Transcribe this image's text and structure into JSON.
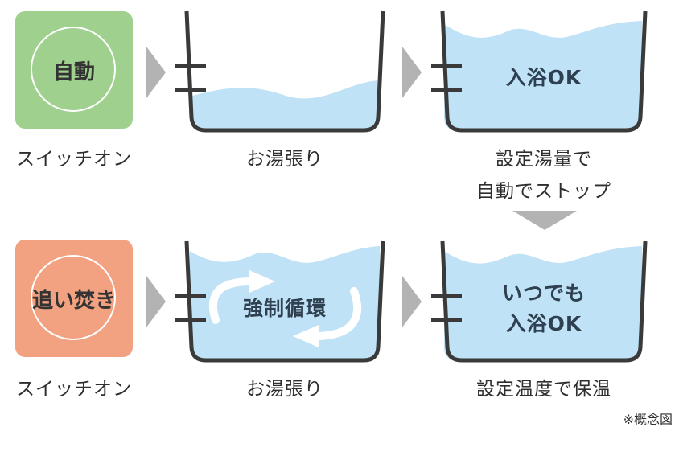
{
  "colors": {
    "auto_button": "#9fd08e",
    "reheat_button": "#f2a181",
    "water": "#bfe2f6",
    "tub_stroke": "#3a3a3a",
    "arrow": "#b3b3b3"
  },
  "row1": {
    "button_label": "自動",
    "switch_caption": "スイッチオン",
    "step1_caption": "お湯張り",
    "step2_tub_text": "入浴OK",
    "step2_caption_line1": "設定湯量で",
    "step2_caption_line2": "自動でストップ"
  },
  "row2": {
    "button_label": "追い焚き",
    "switch_caption": "スイッチオン",
    "step1_tub_text": "強制循環",
    "step1_caption": "お湯張り",
    "step2_tub_text_line1": "いつでも",
    "step2_tub_text_line2": "入浴OK",
    "step2_caption": "設定温度で保温"
  },
  "note": "※概念図",
  "icons": [
    "arrow-right-icon",
    "arrow-down-icon",
    "circulation-arrow-icon"
  ]
}
